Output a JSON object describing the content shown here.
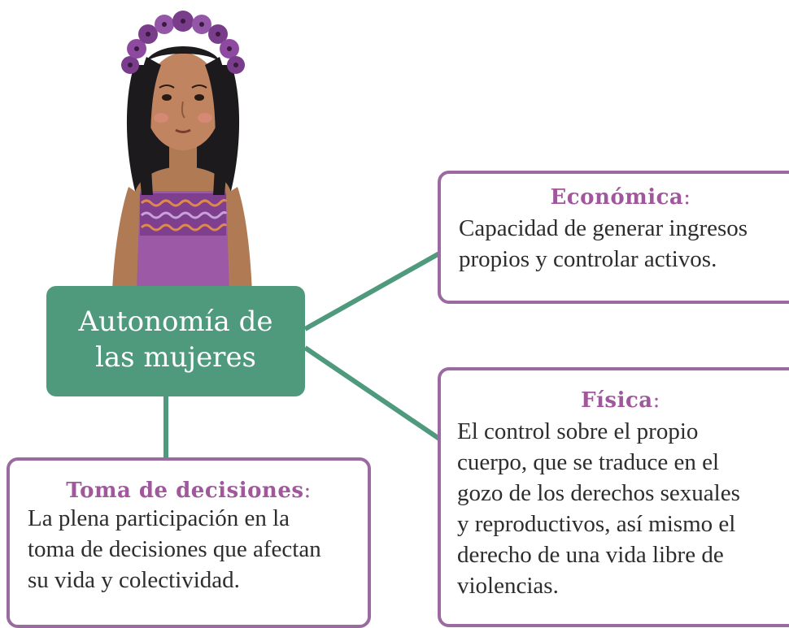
{
  "colors": {
    "central_fill": "#4f9a7c",
    "connector": "#4f9a7c",
    "box_border": "#9b6aa1",
    "title_color": "#a0579c",
    "text_color": "#2d2d2d"
  },
  "central": {
    "line1": "Autonomía de",
    "line2": "las mujeres"
  },
  "economica": {
    "title": "Económica",
    "colon": ":",
    "lines": [
      "Capacidad de generar ingresos",
      "propios y controlar activos."
    ]
  },
  "fisica": {
    "title": "Física",
    "colon": ":",
    "lines": [
      "El control sobre el propio",
      "cuerpo, que se traduce en el",
      "gozo de los derechos sexuales",
      "y reproductivos, así mismo el",
      "derecho de una vida libre de",
      "violencias."
    ]
  },
  "toma": {
    "title": "Toma de decisiones",
    "colon": ":",
    "lines": [
      "La plena participación en la",
      "toma de decisiones que afectan",
      "su vida y colectividad."
    ]
  }
}
